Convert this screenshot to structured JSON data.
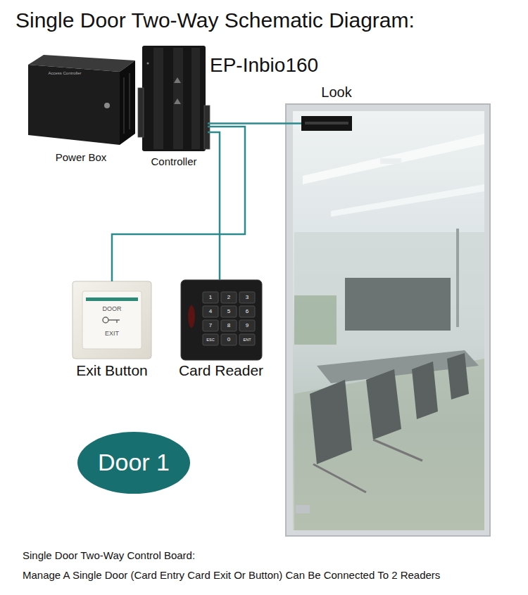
{
  "diagram": {
    "title": "Single Door Two-Way Schematic Diagram:",
    "caption": "Single Door Two-Way Control Board:",
    "nodes": [
      {
        "text": [
          "Power Box"
        ]
      },
      {
        "text": [
          "EP-Inbio160",
          "Controller"
        ]
      },
      {
        "text": [
          "Look"
        ]
      },
      {
        "text": [
          "Exit Button"
        ]
      },
      {
        "text": [
          "Card Reader"
        ]
      },
      {
        "text": [
          "Door 1"
        ]
      }
    ],
    "edges": [
      {
        "from": 1,
        "to": 2,
        "arrow": "none"
      },
      {
        "from": 1,
        "to": 3,
        "arrow": "none"
      },
      {
        "from": 1,
        "to": 4,
        "arrow": "none"
      }
    ],
    "labels": [
      "Access Controller",
      "DOOR",
      "EXIT",
      "1",
      "2",
      "3",
      "4",
      "5",
      "6",
      "7",
      "8",
      "9",
      "ESC",
      "0",
      "ENT",
      "Manage A Single Door (Card Entry Card Exit Or Button) Can Be Connected To 2 Readers"
    ]
  }
}
